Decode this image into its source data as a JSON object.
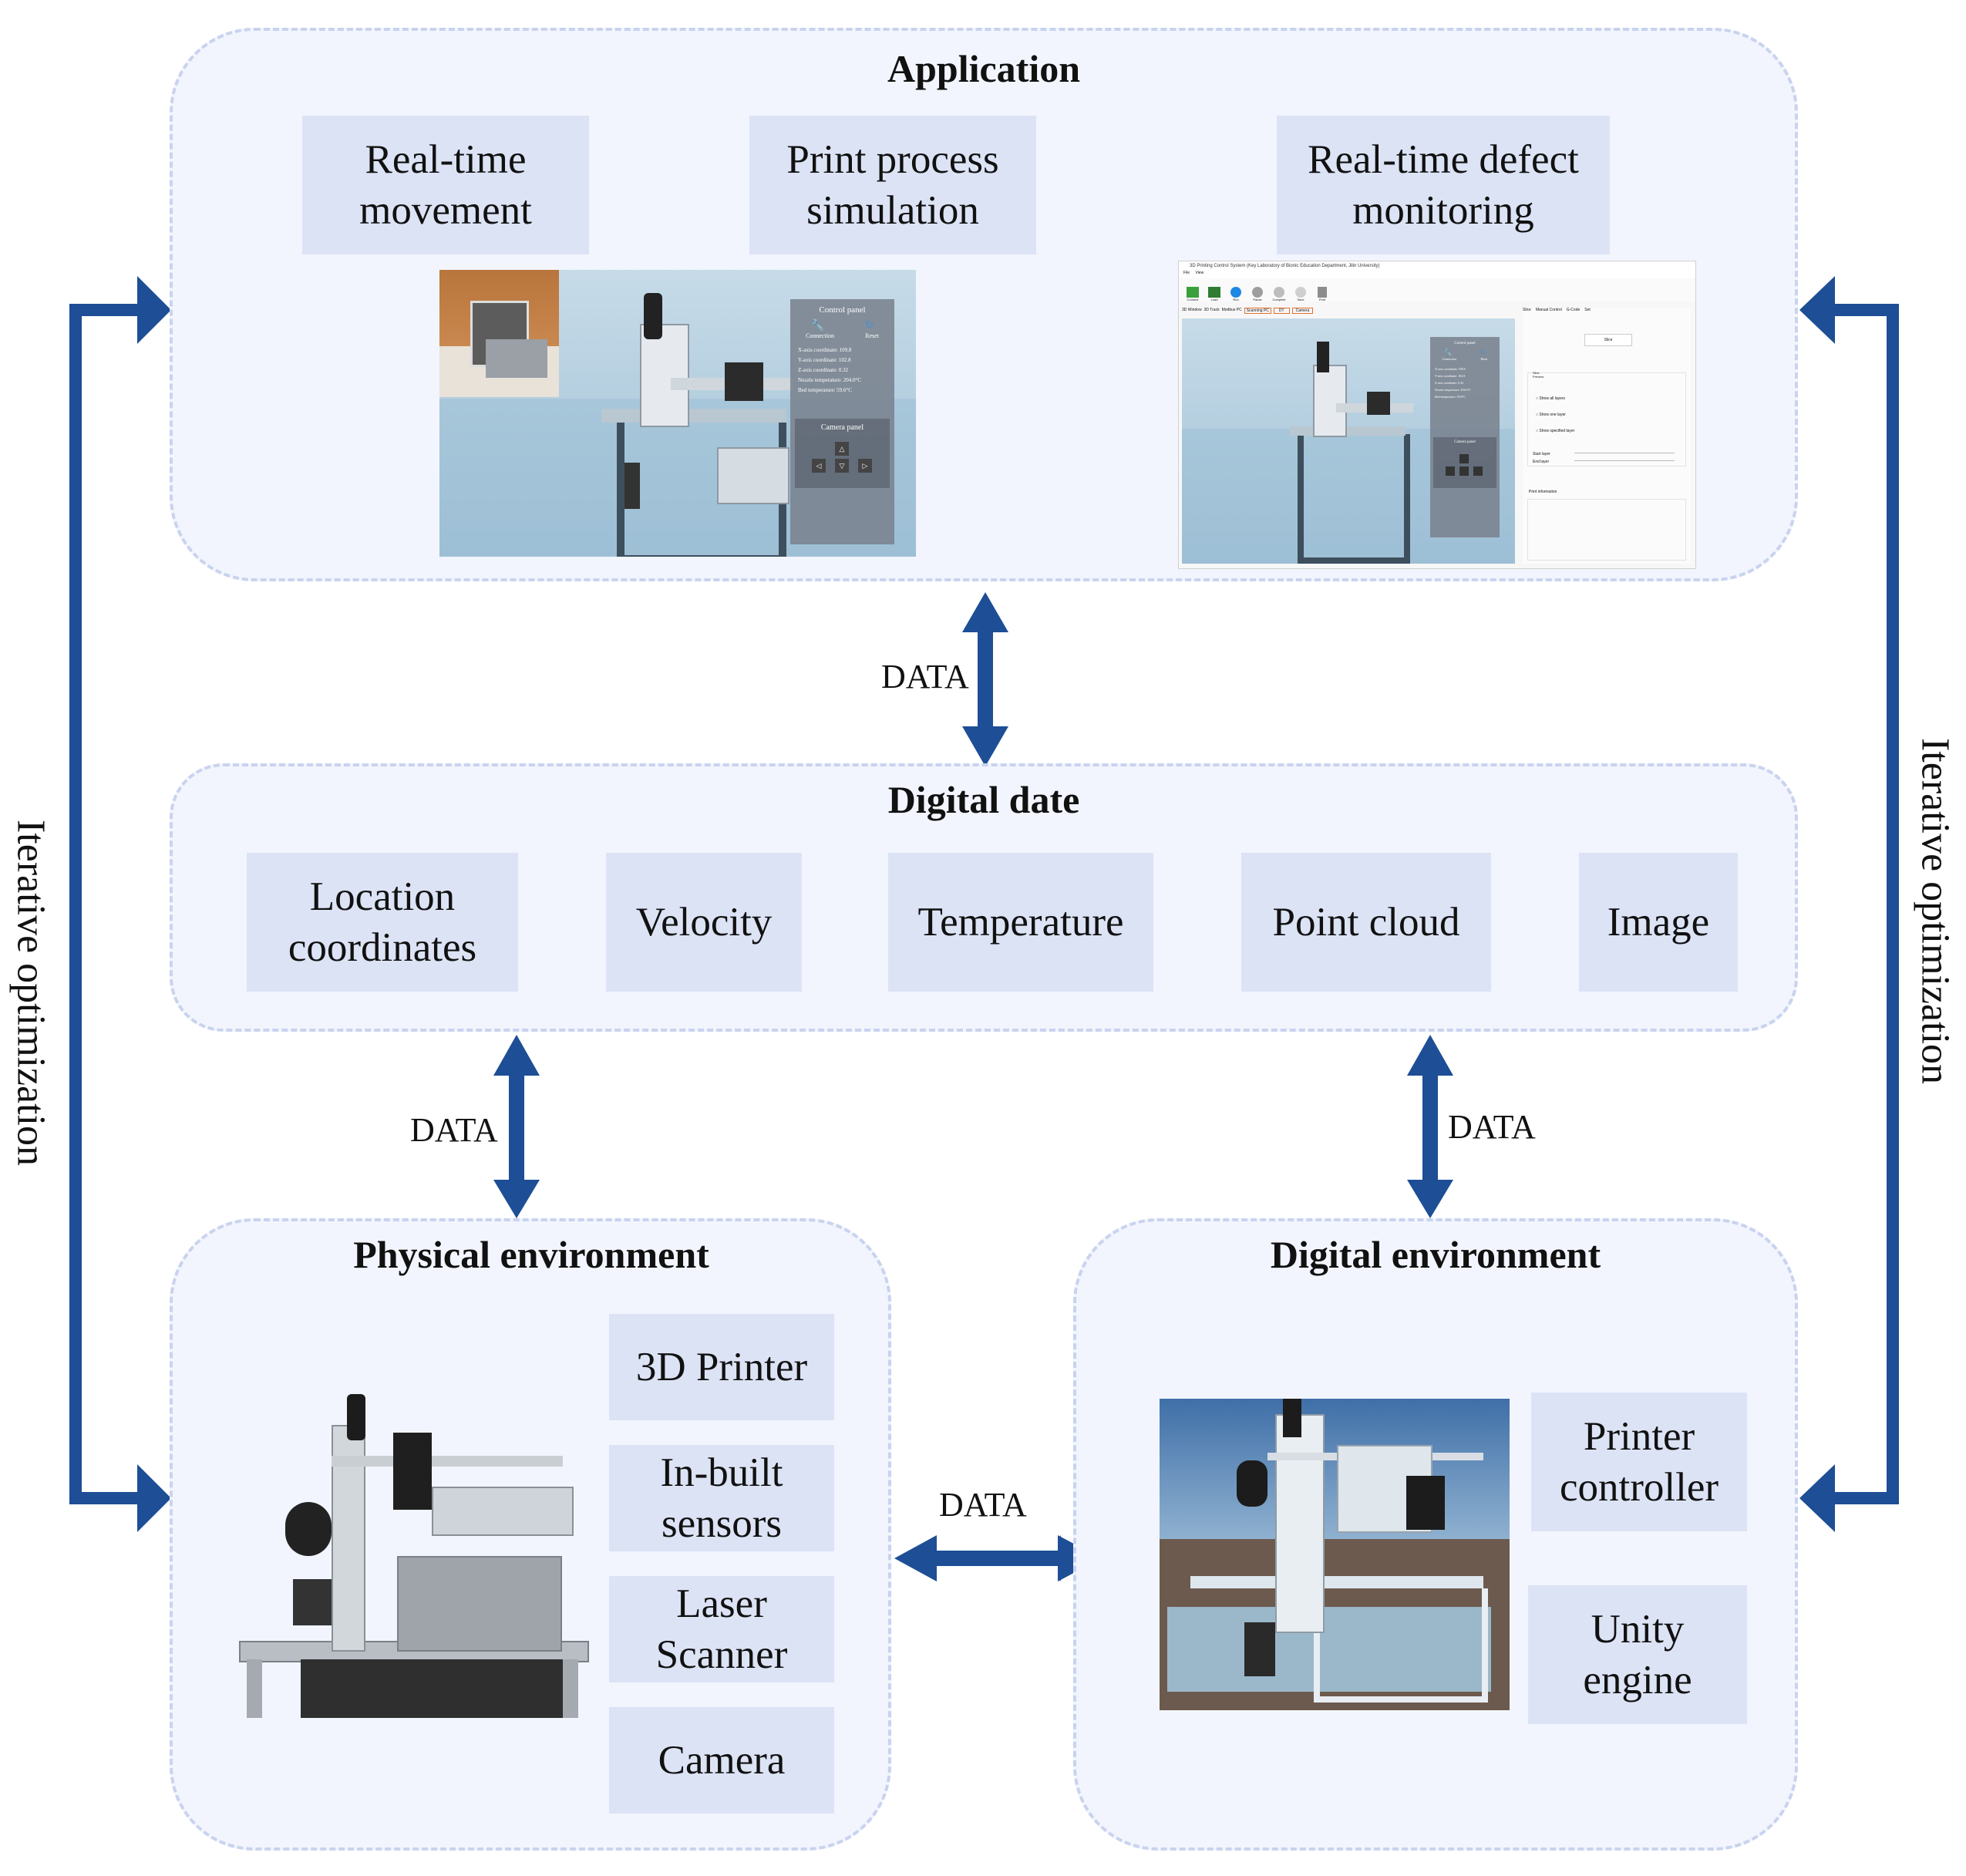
{
  "application": {
    "title": "Application",
    "boxes": [
      "Real-time\nmovement",
      "Print process\nsimulation",
      "Real-time defect\nmonitoring"
    ],
    "sim_panel": {
      "control_title": "Control panel",
      "connection": "Connection",
      "reset": "Reset",
      "readouts": [
        "X-axis coordinate: 109.8",
        "Y-axis coordinate: 102.8",
        "Z-axis coordinate: 0.32",
        "Nozzle temperature: 204.0°C",
        "Bed temperature: 59.6°C"
      ],
      "camera_title": "Camera panel"
    },
    "software": {
      "window_title": "3D Printing Control System (Key Laboratory of Bionic Education Department, Jilin University)",
      "menu": [
        "File",
        "View"
      ],
      "toolbar": [
        "Connect",
        "Load",
        "Run",
        "Pause",
        "Complete",
        "Save",
        "Print"
      ],
      "left_tabs": [
        "3D Window",
        "3D Track",
        "Modbus PC",
        "Scanning PC",
        "DT",
        "Camera"
      ],
      "right_tabs": [
        "Slice",
        "Manual Control",
        "G-Code",
        "Set"
      ],
      "slice_button": "Slice",
      "group_label": "Slice Preview",
      "options": [
        "Show all layers",
        "Show one layer",
        "Show specified layer"
      ],
      "start_layer": "Start layer",
      "end_layer": "End layer",
      "print_info": "Print information"
    }
  },
  "digital_data": {
    "title": "Digital date",
    "boxes": [
      "Location\ncoordinates",
      "Velocity",
      "Temperature",
      "Point cloud",
      "Image"
    ]
  },
  "physical": {
    "title": "Physical environment",
    "boxes": [
      "3D Printer",
      "In-built\nsensors",
      "Laser\nScanner",
      "Camera"
    ]
  },
  "digital_env": {
    "title": "Digital environment",
    "boxes": [
      "Printer\ncontroller",
      "Unity\nengine"
    ]
  },
  "labels": {
    "data": "DATA",
    "iterative": "Iterative optimization"
  },
  "colors": {
    "arrow": "#1d4e96",
    "panel_fill": "#f2f5fd",
    "panel_border": "#c9d3ee",
    "box_fill": "#dce3f5",
    "sky": "#b9d3e3",
    "floor": "#a0c2d8",
    "ground": "#6d5a4e"
  }
}
